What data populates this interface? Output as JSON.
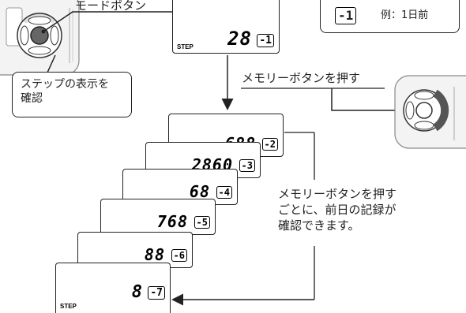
{
  "labels": {
    "mode_button": "モードボタン",
    "confirm_steps": "ステップの表示を\n確認",
    "memory_press": "メモリーボタンを押す",
    "memory_desc": "メモリーボタンを押す\nごとに、前日の記録が\n確認できます。"
  },
  "legend": {
    "symbol": "-1",
    "example": "例：1日前"
  },
  "top_display": {
    "value": "28",
    "mem": "-1",
    "step_label": "STEP"
  },
  "stack_displays": [
    {
      "value": "688",
      "mem": "-2"
    },
    {
      "value": "2860",
      "mem": "-3"
    },
    {
      "value": "68",
      "mem": "-4"
    },
    {
      "value": "768",
      "mem": "-5"
    },
    {
      "value": "88",
      "mem": "-6"
    },
    {
      "value": "8",
      "mem": "-7",
      "step_label": "STEP"
    }
  ]
}
